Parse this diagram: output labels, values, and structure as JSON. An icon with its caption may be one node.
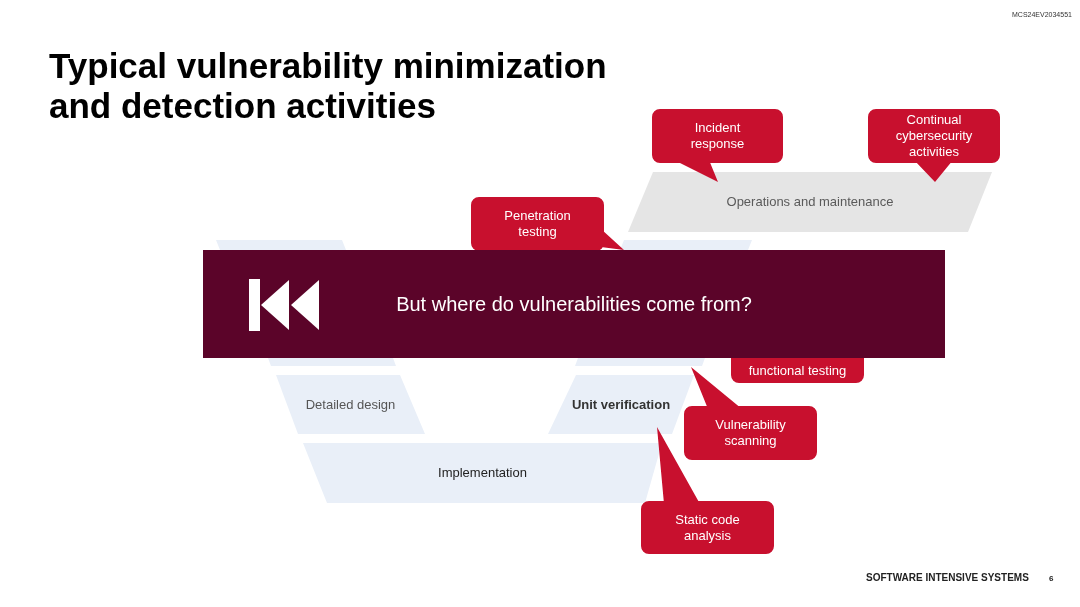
{
  "diagram": {
    "title": "Typical vulnerability minimization and detection activities",
    "nodes": [
      {
        "text": [
          "Incident response"
        ]
      },
      {
        "text": [
          "Continual cybersecurity activities"
        ]
      },
      {
        "text": [
          "Operations and maintenance"
        ]
      },
      {
        "text": [
          "Penetration testing"
        ]
      },
      {
        "text": [],
        "shape": "parallelogram"
      },
      {
        "text": [],
        "shape": "parallelogram"
      },
      {
        "text": [
          "But where do vulnerabilities come from?"
        ]
      },
      {
        "text": [],
        "shape": "parallelogram"
      },
      {
        "text": [],
        "shape": "parallelogram"
      },
      {
        "text": [
          "functional testing"
        ]
      },
      {
        "text": [
          "Detailed design"
        ]
      },
      {
        "text": [
          "Unit verification"
        ]
      },
      {
        "text": [
          "Vulnerability scanning"
        ]
      },
      {
        "text": [
          "Implementation"
        ]
      },
      {
        "text": [
          "Static code analysis"
        ]
      }
    ],
    "labels": [
      "MCS24EV2034551",
      "SOFTWARE INTENSIVE SYSTEMS",
      "6"
    ]
  }
}
